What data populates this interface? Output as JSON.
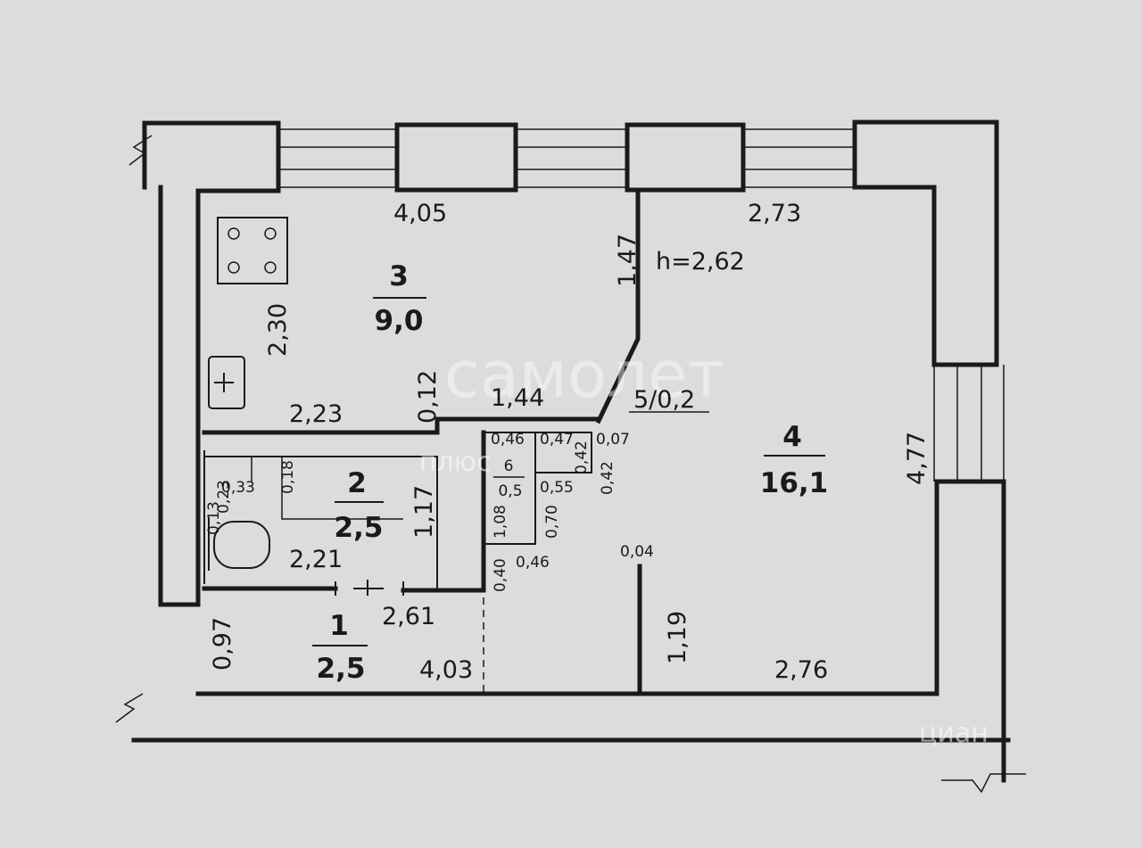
{
  "rooms": [
    {
      "number": "3",
      "area": "9,0"
    },
    {
      "number": "2",
      "area": "2,5"
    },
    {
      "number": "4",
      "area": "16,1"
    },
    {
      "number": "1",
      "area": "2,5"
    },
    {
      "number": "6",
      "area": "0,5"
    }
  ],
  "ceiling_height": "h=2,62",
  "closet_ref": "5/0,2",
  "dimensions": {
    "d405": "4,05",
    "d273": "2,73",
    "d147": "1,47",
    "d230": "2,30",
    "d012": "0,12",
    "d144": "1,44",
    "d223": "2,23",
    "d477": "4,77",
    "d046a": "0,46",
    "d047": "0,47",
    "d007": "0,07",
    "d042a": "0,42",
    "d042b": "0,42",
    "d055": "0,55",
    "d108": "1,08",
    "d070": "0,70",
    "d117": "1,17",
    "d023": "0,23",
    "d033": "0,33",
    "d018": "0,18",
    "d013": "0,13",
    "d221": "2,21",
    "d040": "0,40",
    "d046b": "0,46",
    "d004": "0,04",
    "d097": "0,97",
    "d261": "2,61",
    "d403": "4,03",
    "d119": "1,19",
    "d276": "2,76"
  },
  "watermark": {
    "main": "самолет",
    "sub": "плюс",
    "corner": "циан"
  }
}
